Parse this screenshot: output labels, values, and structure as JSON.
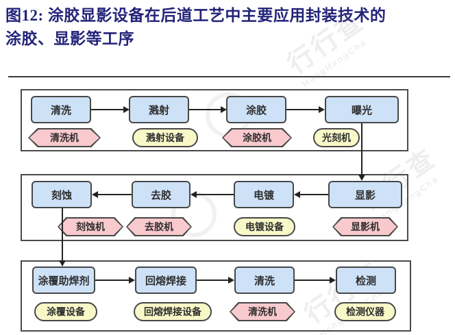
{
  "figure": {
    "title_line1": "图12: 涂胶显影设备在后道工艺中主要应用封装技术的",
    "title_line2": "涂胶、显影等工序",
    "title_color": "#23237a"
  },
  "colors": {
    "process_box_fill": "#cde1f7",
    "hexagon_fill": "#f8c9cd",
    "pill_fill": "#f8f8c8",
    "border": "#474747",
    "arrow": "#222222"
  },
  "watermark": {
    "text_cn": "行行查",
    "text_en": "HangHangCha"
  },
  "diagram": {
    "rows": [
      {
        "direction": "right",
        "steps": [
          {
            "label": "清洗",
            "equipment": "清洗机",
            "equipment_shape": "hexagon-pink"
          },
          {
            "label": "溅射",
            "equipment": "溅射设备",
            "equipment_shape": "pill-yellow"
          },
          {
            "label": "涂胶",
            "equipment": "涂胶机",
            "equipment_shape": "hexagon-pink"
          },
          {
            "label": "曝光",
            "equipment": "光刻机",
            "equipment_shape": "pill-yellow"
          }
        ]
      },
      {
        "direction": "left",
        "steps": [
          {
            "label": "刻蚀",
            "equipment": "刻蚀机",
            "equipment_shape": "hexagon-pink"
          },
          {
            "label": "去胶",
            "equipment": "去胶机",
            "equipment_shape": "hexagon-pink"
          },
          {
            "label": "电镀",
            "equipment": "电镀设备",
            "equipment_shape": "pill-yellow"
          },
          {
            "label": "显影",
            "equipment": "显影机",
            "equipment_shape": "hexagon-pink"
          }
        ]
      },
      {
        "direction": "right",
        "steps": [
          {
            "label": "涂覆助焊剂",
            "equipment": "涂覆设备",
            "equipment_shape": "pill-yellow"
          },
          {
            "label": "回熔焊接",
            "equipment": "回熔焊接设备",
            "equipment_shape": "pill-yellow"
          },
          {
            "label": "清洗",
            "equipment": "清洗机",
            "equipment_shape": "hexagon-pink"
          },
          {
            "label": "检测",
            "equipment": "检测仪器",
            "equipment_shape": "pill-yellow"
          }
        ]
      }
    ],
    "cross_row_links": [
      {
        "from": "曝光",
        "to": "显影"
      },
      {
        "from": "刻蚀",
        "to": "涂覆助焊剂"
      }
    ]
  }
}
